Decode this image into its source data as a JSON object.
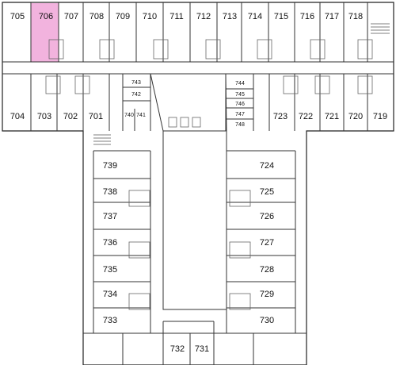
{
  "floor_plan": {
    "highlight_color": "#f0a6d8",
    "selected_room": "706",
    "rooms": {
      "r705": "705",
      "r706": "706",
      "r707": "707",
      "r708": "708",
      "r709": "709",
      "r710": "710",
      "r711": "711",
      "r712": "712",
      "r713": "713",
      "r714": "714",
      "r715": "715",
      "r716": "716",
      "r717": "717",
      "r718": "718",
      "r704": "704",
      "r703": "703",
      "r702": "702",
      "r701": "701",
      "r743": "743",
      "r742": "742",
      "r740": "740",
      "r741": "741",
      "r744": "744",
      "r745": "745",
      "r746": "746",
      "r747": "747",
      "r748": "748",
      "r723": "723",
      "r722": "722",
      "r721": "721",
      "r720": "720",
      "r719": "719",
      "r739": "739",
      "r738": "738",
      "r737": "737",
      "r736": "736",
      "r735": "735",
      "r734": "734",
      "r733": "733",
      "r732": "732",
      "r731": "731",
      "r724": "724",
      "r725": "725",
      "r726": "726",
      "r727": "727",
      "r728": "728",
      "r729": "729",
      "r730": "730"
    }
  }
}
